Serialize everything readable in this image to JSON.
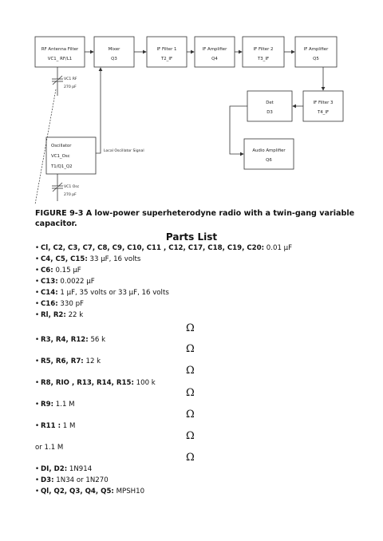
{
  "diagram": {
    "blocks": [
      {
        "id": "rf",
        "l1": "RF Antenna Filter",
        "l2": "VC1_ RF/L1"
      },
      {
        "id": "mixer",
        "l1": "Mixer",
        "l2": "Q3"
      },
      {
        "id": "if1",
        "l1": "IF Filter 1",
        "l2": "T2_IF"
      },
      {
        "id": "ifa1",
        "l1": "IF Amplifier",
        "l2": "Q4"
      },
      {
        "id": "if2",
        "l1": "IF Filter 2",
        "l2": "T3_IF"
      },
      {
        "id": "ifa2",
        "l1": "IF Amplifier",
        "l2": "Q5"
      },
      {
        "id": "if3",
        "l1": "IF Filter 3",
        "l2": "T4_IF"
      },
      {
        "id": "det",
        "l1": "Det",
        "l2": "D3"
      },
      {
        "id": "audio",
        "l1": "Audio Amplifier",
        "l2": "Q6"
      },
      {
        "id": "osc",
        "l1": "Oscillator",
        "l2": "VC1_Osc",
        "l3": "T1/Q1_Q2"
      }
    ],
    "vc1_rf_label": "VC1 RF",
    "vc1_rf_value": "270 pF",
    "vc1_osc_label": "VC1 Osc",
    "vc1_osc_value": "270 pF",
    "local_osc_signal": "Local Oscillator Signal"
  },
  "caption": "FIGURE 9-3 A low-power superheterodyne radio with a twin-gang variable capacitor.",
  "parts_title": "Parts List",
  "parts": [
    {
      "bullet": "•",
      "label": "Cl, C2, C3, C7, C8, C9, C10, C11 , C12, C17, C18, C19, C20:",
      "value": " 0.01 µF"
    },
    {
      "bullet": "•",
      "label": "C4, C5, C15:",
      "value": " 33 µF, 16 volts"
    },
    {
      "bullet": "•",
      "label": "C6:",
      "value": " 0.15 µF"
    },
    {
      "bullet": "•",
      "label": "C13:",
      "value": " 0.0022 µF"
    },
    {
      "bullet": "•",
      "label": "C14:",
      "value": " 1 µF, 35 volts or 33 µF, 16 volts"
    },
    {
      "bullet": "•",
      "label": "C16:",
      "value": " 330 pF"
    },
    {
      "bullet": "•",
      "label": "Rl, R2:",
      "value": " 22 k"
    },
    {
      "bullet": "•",
      "label": "R3, R4, R12:",
      "value": " 56 k"
    },
    {
      "bullet": "•",
      "label": "R5, R6, R7:",
      "value": " 12 k"
    },
    {
      "bullet": "•",
      "label": "R8, RIO , R13, R14, R15:",
      "value": " 100 k"
    },
    {
      "bullet": "•",
      "label": "R9:",
      "value": " 1.1 M"
    },
    {
      "bullet": "•",
      "label": "R11 :",
      "value": " 1 M"
    },
    {
      "bullet": "",
      "label": "",
      "value": "or 1.1 M"
    },
    {
      "bullet": "•",
      "label": "DI, D2:",
      "value": " 1N914"
    },
    {
      "bullet": "•",
      "label": "D3:",
      "value": " 1N34 or 1N270"
    },
    {
      "bullet": "•",
      "label": "Ql, Q2, Q3, Q4, Q5:",
      "value": " MPSH10"
    }
  ],
  "omega_symbol": "Ω"
}
